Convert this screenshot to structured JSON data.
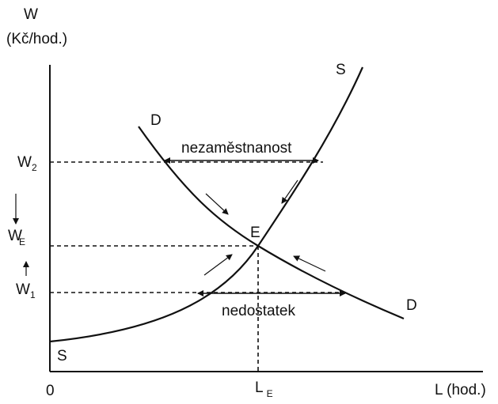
{
  "y_axis": {
    "title": "W",
    "unit": "(Kč/hod.)"
  },
  "x_axis": {
    "title": "L (hod.)",
    "origin": "0"
  },
  "supply": {
    "label_top": "S",
    "label_bottom": "S"
  },
  "demand": {
    "label_top": "D",
    "label_bottom": "D"
  },
  "equilibrium": {
    "label": "E",
    "wage_main": "W",
    "wage_sub": "E",
    "quantity_main": "L",
    "quantity_sub": "E"
  },
  "high_wage": {
    "main": "W",
    "sub": "2",
    "gap_label": "nezaměstnanost"
  },
  "low_wage": {
    "main": "W",
    "sub": "1",
    "gap_label": "nedostatek"
  }
}
